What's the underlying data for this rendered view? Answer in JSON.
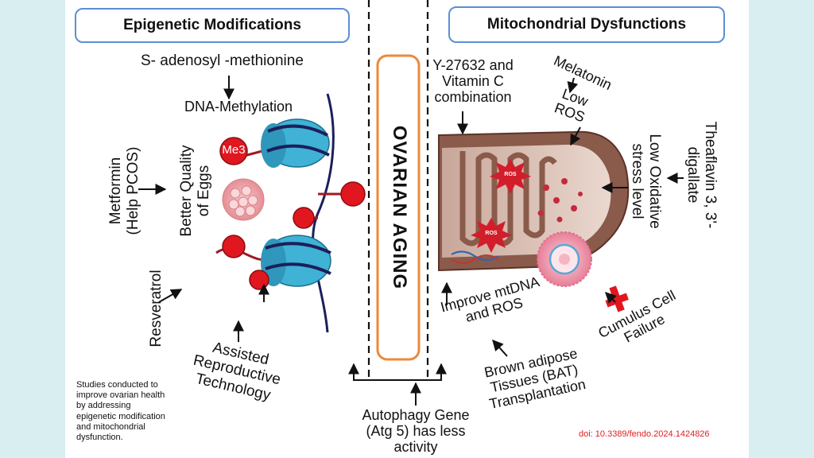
{
  "headers": {
    "left": "Epigenetic Modifications",
    "right": "Mitochondrial Dysfunctions"
  },
  "center": {
    "title": "OVARIAN AGING"
  },
  "left_panel": {
    "sam": "S- adenosyl -methionine",
    "dna_methylation": "DNA-Methylation",
    "me3": "Me3",
    "metformin": [
      "Metformin",
      "(Help PCOS)"
    ],
    "better_quality": [
      "Better Quality",
      "of Eggs"
    ],
    "resveratrol": "Resveratrol",
    "art": [
      "Assisted",
      "Reproductive",
      "Technology"
    ]
  },
  "right_panel": {
    "y27632": [
      "Y-27632 and",
      "Vitamin C",
      "combination"
    ],
    "melatonin": "Melatonin",
    "low_ros": [
      "Low",
      "ROS"
    ],
    "theaflavin": [
      "Theaflavin 3, 3'-",
      "digallate"
    ],
    "low_oxidative": [
      "Low Oxidative",
      "stress level"
    ],
    "ros_label": "ROS",
    "improve_mtdna": [
      "Improve mtDNA",
      "and ROS"
    ],
    "cumulus": [
      "Cumulus Cell",
      "Failure"
    ],
    "bat": [
      "Brown adipose",
      "Tissues (BAT)",
      "Transplantation"
    ]
  },
  "bottom": {
    "autophagy": [
      "Autophagy Gene",
      "(Atg 5) has less",
      "activity"
    ],
    "studies": [
      "Studies conducted to",
      "improve ovarian health",
      "by addressing",
      "epigenetic modification",
      "and mitochondrial",
      "dysfunction."
    ],
    "doi": "doi: 10.3389/fendo.2024.1424826"
  },
  "colors": {
    "header_border": "#5b8fd6",
    "center_box": "#ec8a3a",
    "nucleosome": "#3fb2d6",
    "methyl_red": "#e0171f",
    "mito_brown": "#8a5a4a",
    "doi_red": "#e02020"
  }
}
